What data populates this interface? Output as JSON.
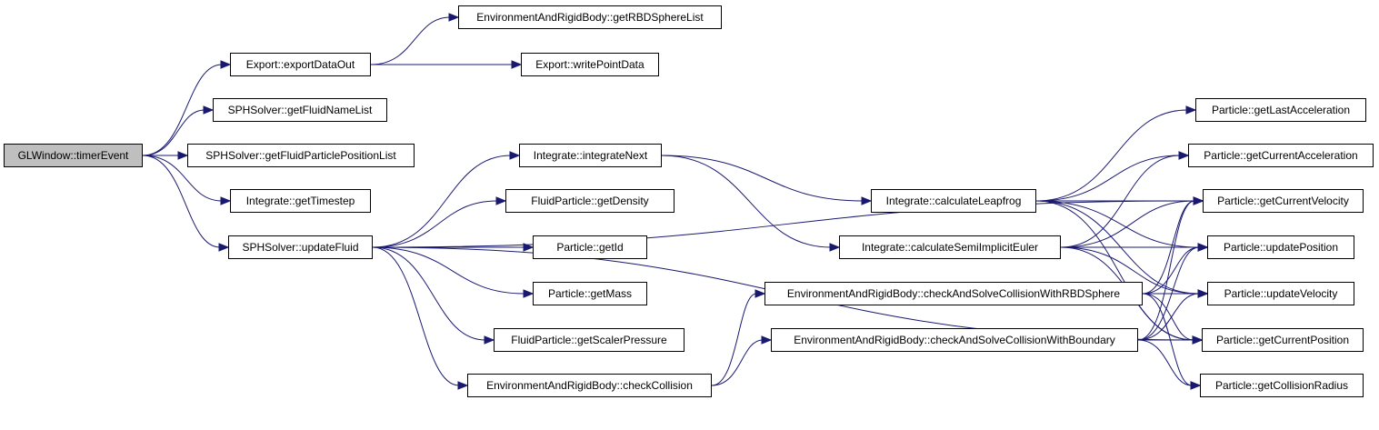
{
  "diagram": {
    "root": {
      "id": "timerEvent",
      "label": "GLWindow::timerEvent"
    },
    "nodes": [
      {
        "id": "timerEvent",
        "label": "GLWindow::timerEvent"
      },
      {
        "id": "exportDataOut",
        "label": "Export::exportDataOut"
      },
      {
        "id": "getRBDSphereList",
        "label": "EnvironmentAndRigidBody::getRBDSphereList"
      },
      {
        "id": "writePointData",
        "label": "Export::writePointData"
      },
      {
        "id": "getFluidNameList",
        "label": "SPHSolver::getFluidNameList"
      },
      {
        "id": "getFluidParticlePositionList",
        "label": "SPHSolver::getFluidParticlePositionList"
      },
      {
        "id": "getTimestep",
        "label": "Integrate::getTimestep"
      },
      {
        "id": "updateFluid",
        "label": "SPHSolver::updateFluid"
      },
      {
        "id": "integrateNext",
        "label": "Integrate::integrateNext"
      },
      {
        "id": "getDensity",
        "label": "FluidParticle::getDensity"
      },
      {
        "id": "getId",
        "label": "Particle::getId"
      },
      {
        "id": "getMass",
        "label": "Particle::getMass"
      },
      {
        "id": "getScalerPressure",
        "label": "FluidParticle::getScalerPressure"
      },
      {
        "id": "checkCollision",
        "label": "EnvironmentAndRigidBody::checkCollision"
      },
      {
        "id": "calculateLeapfrog",
        "label": "Integrate::calculateLeapfrog"
      },
      {
        "id": "calculateSemiImplicitEuler",
        "label": "Integrate::calculateSemiImplicitEuler"
      },
      {
        "id": "checkRBDSphere",
        "label": "EnvironmentAndRigidBody::checkAndSolveCollisionWithRBDSphere"
      },
      {
        "id": "checkBoundary",
        "label": "EnvironmentAndRigidBody::checkAndSolveCollisionWithBoundary"
      },
      {
        "id": "getLastAcceleration",
        "label": "Particle::getLastAcceleration"
      },
      {
        "id": "getCurrentAcceleration",
        "label": "Particle::getCurrentAcceleration"
      },
      {
        "id": "getCurrentVelocity",
        "label": "Particle::getCurrentVelocity"
      },
      {
        "id": "updatePosition",
        "label": "Particle::updatePosition"
      },
      {
        "id": "updateVelocity",
        "label": "Particle::updateVelocity"
      },
      {
        "id": "getCurrentPosition",
        "label": "Particle::getCurrentPosition"
      },
      {
        "id": "getCollisionRadius",
        "label": "Particle::getCollisionRadius"
      }
    ],
    "edges": [
      [
        "timerEvent",
        "exportDataOut"
      ],
      [
        "timerEvent",
        "getFluidNameList"
      ],
      [
        "timerEvent",
        "getFluidParticlePositionList"
      ],
      [
        "timerEvent",
        "getTimestep"
      ],
      [
        "timerEvent",
        "updateFluid"
      ],
      [
        "exportDataOut",
        "getRBDSphereList"
      ],
      [
        "exportDataOut",
        "writePointData"
      ],
      [
        "updateFluid",
        "integrateNext"
      ],
      [
        "updateFluid",
        "getDensity"
      ],
      [
        "updateFluid",
        "getId"
      ],
      [
        "updateFluid",
        "getMass"
      ],
      [
        "updateFluid",
        "getScalerPressure"
      ],
      [
        "updateFluid",
        "checkCollision"
      ],
      [
        "updateFluid",
        "getCurrentVelocity"
      ],
      [
        "updateFluid",
        "getCurrentPosition"
      ],
      [
        "integrateNext",
        "calculateLeapfrog"
      ],
      [
        "integrateNext",
        "calculateSemiImplicitEuler"
      ],
      [
        "checkCollision",
        "checkRBDSphere"
      ],
      [
        "checkCollision",
        "checkBoundary"
      ],
      [
        "calculateLeapfrog",
        "getLastAcceleration"
      ],
      [
        "calculateLeapfrog",
        "getCurrentAcceleration"
      ],
      [
        "calculateLeapfrog",
        "getCurrentVelocity"
      ],
      [
        "calculateLeapfrog",
        "updatePosition"
      ],
      [
        "calculateLeapfrog",
        "updateVelocity"
      ],
      [
        "calculateLeapfrog",
        "getCurrentPosition"
      ],
      [
        "calculateSemiImplicitEuler",
        "getCurrentAcceleration"
      ],
      [
        "calculateSemiImplicitEuler",
        "getCurrentVelocity"
      ],
      [
        "calculateSemiImplicitEuler",
        "updatePosition"
      ],
      [
        "calculateSemiImplicitEuler",
        "updateVelocity"
      ],
      [
        "calculateSemiImplicitEuler",
        "getCurrentPosition"
      ],
      [
        "checkRBDSphere",
        "getCurrentVelocity"
      ],
      [
        "checkRBDSphere",
        "updatePosition"
      ],
      [
        "checkRBDSphere",
        "updateVelocity"
      ],
      [
        "checkRBDSphere",
        "getCurrentPosition"
      ],
      [
        "checkRBDSphere",
        "getCollisionRadius"
      ],
      [
        "checkBoundary",
        "getCurrentVelocity"
      ],
      [
        "checkBoundary",
        "updatePosition"
      ],
      [
        "checkBoundary",
        "updateVelocity"
      ],
      [
        "checkBoundary",
        "getCurrentPosition"
      ],
      [
        "checkBoundary",
        "getCollisionRadius"
      ]
    ],
    "colors": {
      "edge": "#191970",
      "node_border": "#000000",
      "root_fill": "#bfbfbf",
      "node_fill": "#ffffff"
    }
  }
}
